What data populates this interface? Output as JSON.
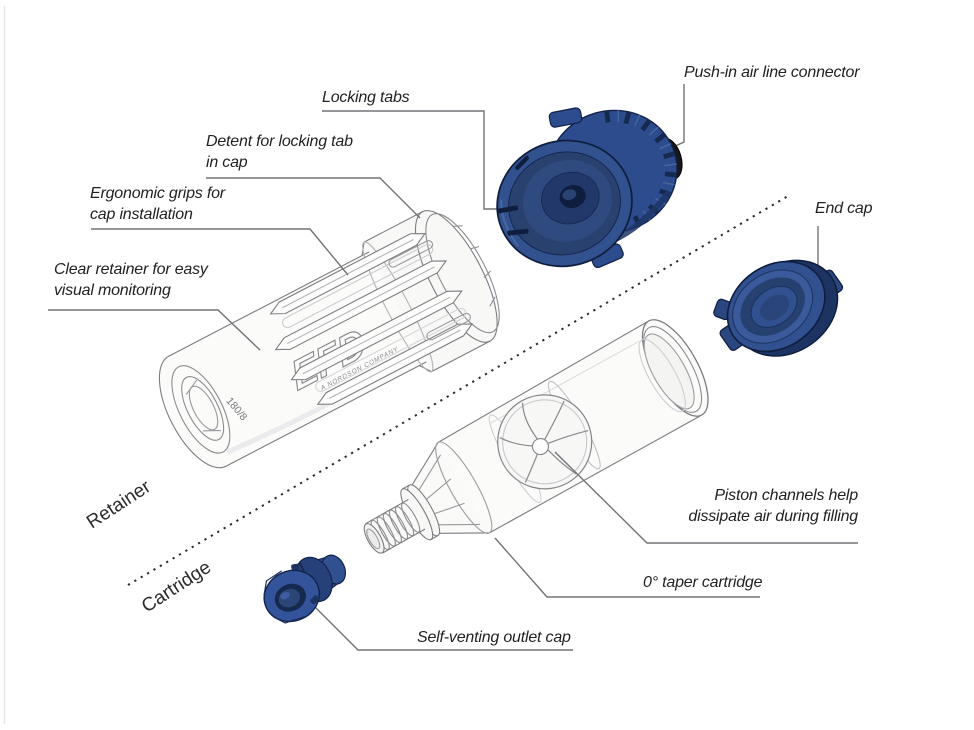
{
  "figure": {
    "description": "Exploded parts diagram of a dispensing cartridge retainer system"
  },
  "callouts": {
    "locking_tabs": {
      "text": "Locking tabs"
    },
    "push_in_connector": {
      "text": "Push-in air line connector"
    },
    "detent": {
      "line1": "Detent for locking tab",
      "line2": "in cap"
    },
    "ergonomic_grips": {
      "line1": "Ergonomic grips for",
      "line2": "cap installation"
    },
    "clear_retainer": {
      "line1": "Clear retainer for easy",
      "line2": "visual monitoring"
    },
    "end_cap": {
      "text": "End cap"
    },
    "piston_channels": {
      "line1": "Piston channels help",
      "line2": "dissipate air during filling"
    },
    "taper_cartridge": {
      "text": "0° taper cartridge"
    },
    "self_venting_cap": {
      "text": "Self-venting outlet cap"
    }
  },
  "group_labels": {
    "retainer": "Retainer",
    "cartridge": "Cartridge"
  },
  "part_markings": {
    "logo": "EFD",
    "logo_subtext": "A NORDSON COMPANY",
    "size_code": "180/8"
  },
  "palette": {
    "part_blue": "#2e4c8d",
    "part_blue_dark": "#13224a",
    "part_blue_light": "#47669f",
    "line_art_gray": "#7d7d81",
    "leader_gray": "#737378",
    "label_text": "#242122",
    "dotted_divider": "#2b2b2b"
  }
}
